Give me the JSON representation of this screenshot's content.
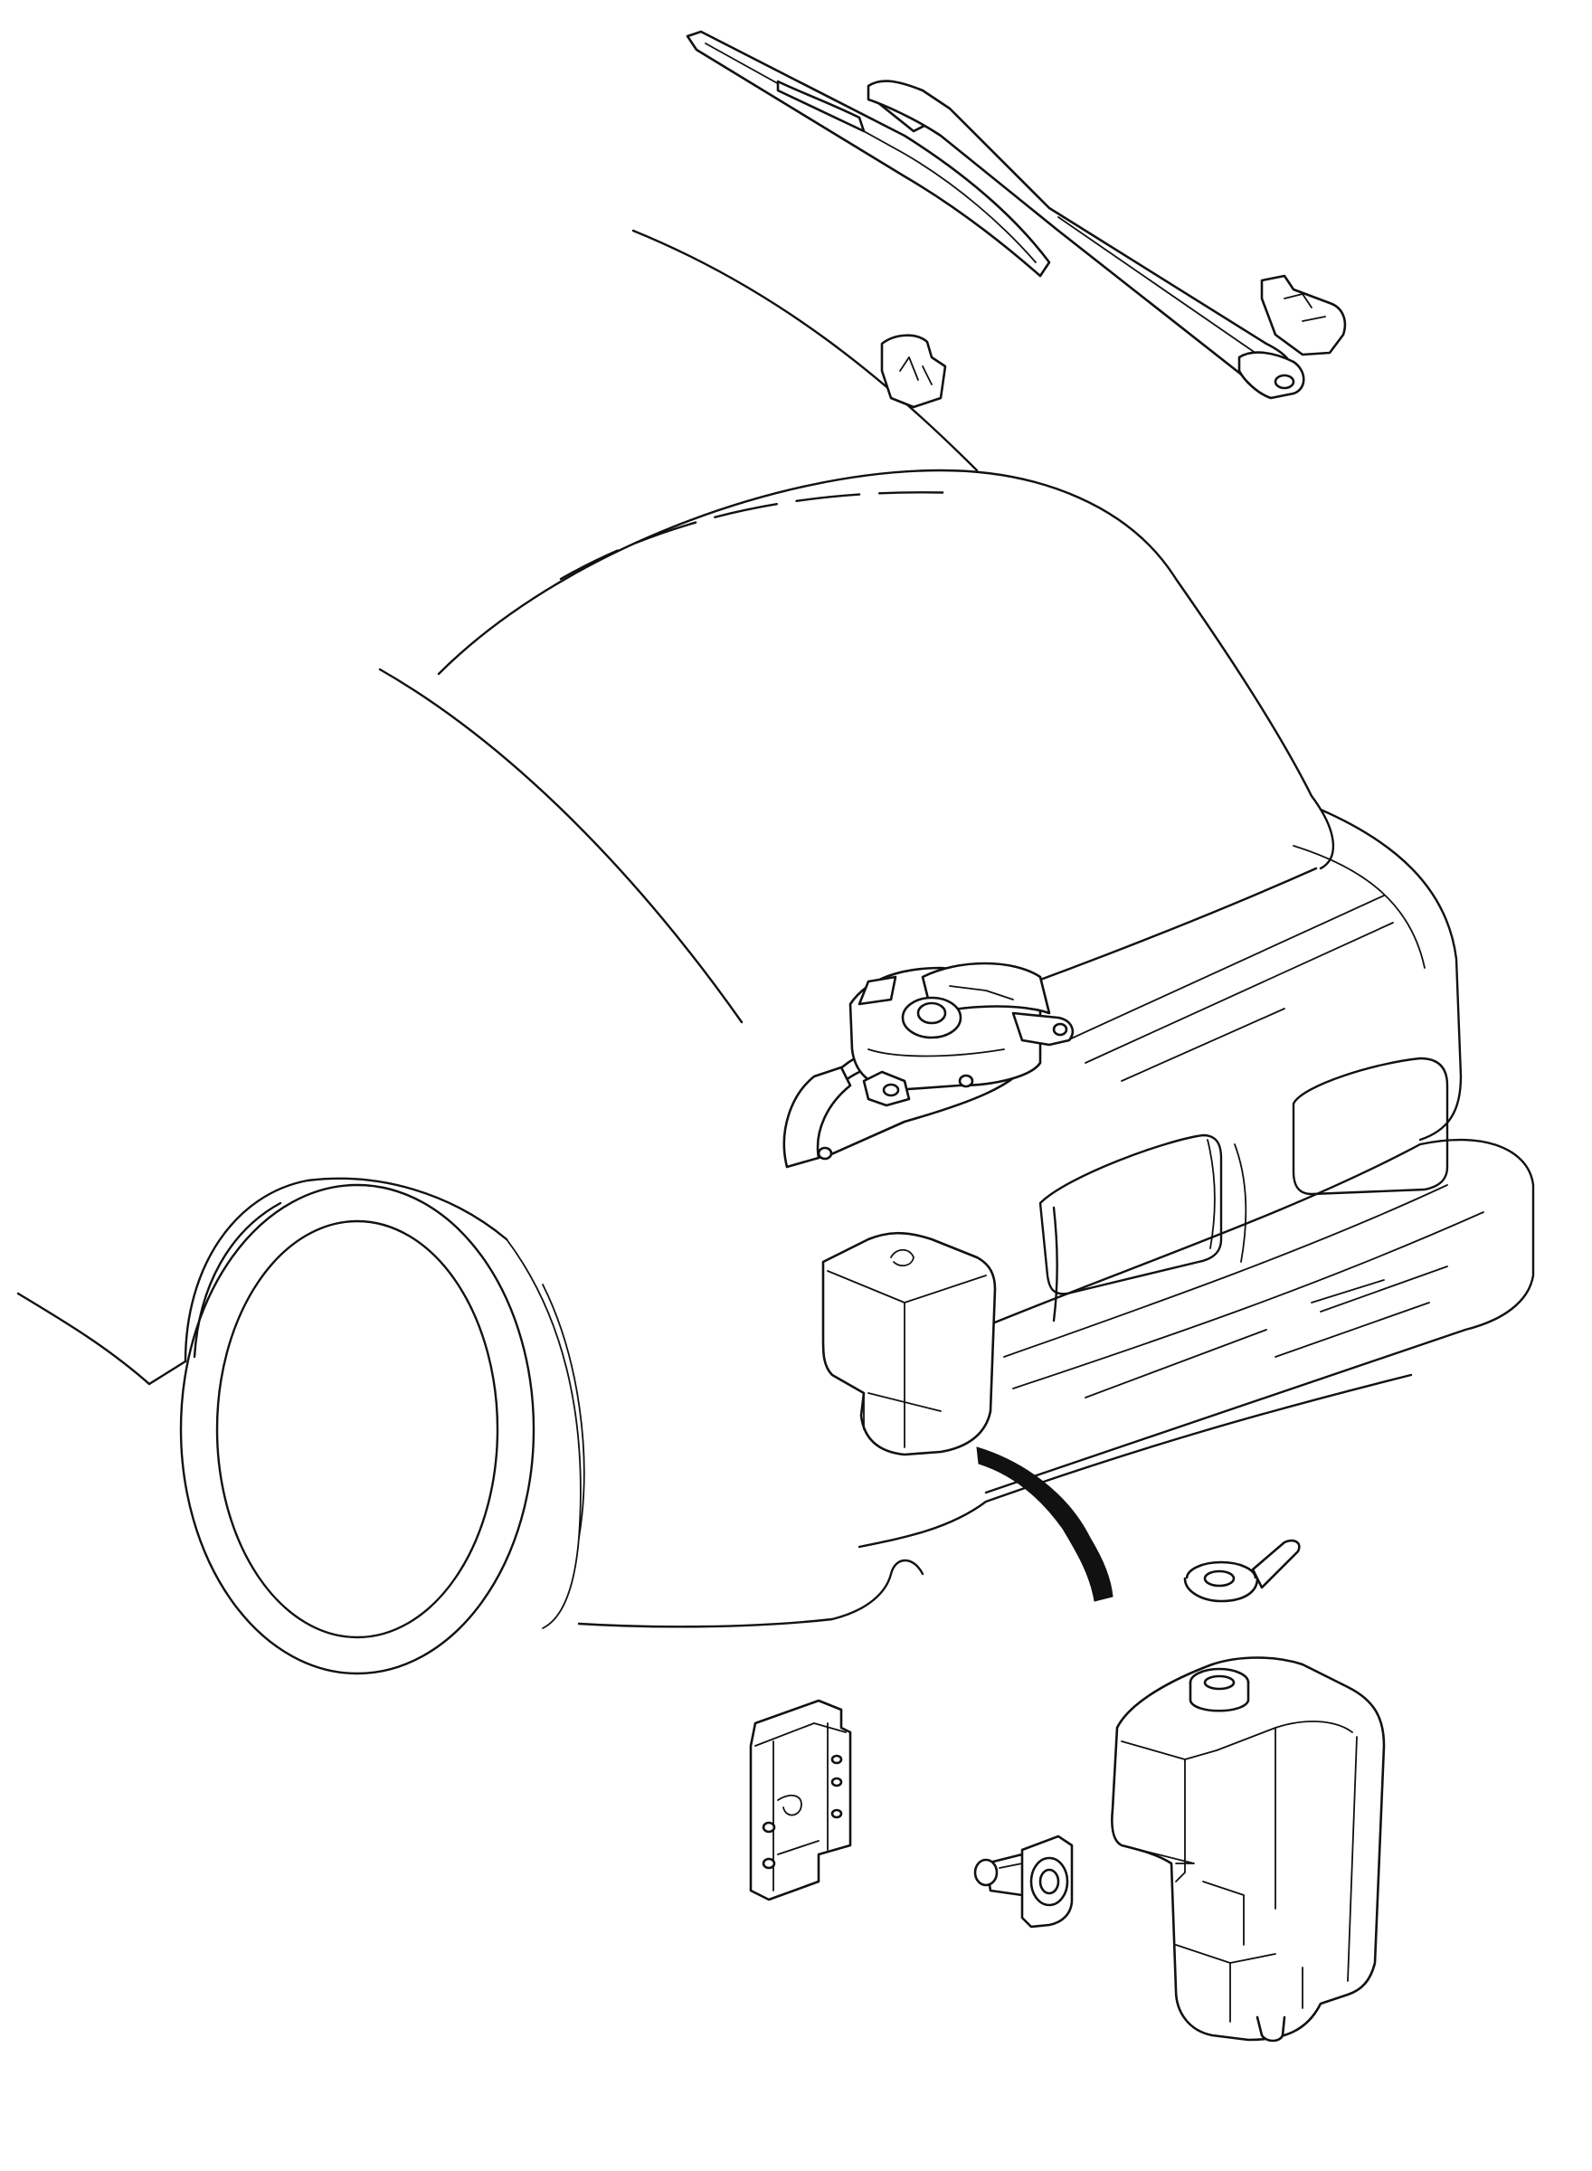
{
  "diagram": {
    "subject": "rear-wiper-and-washer-exploded-view",
    "components": [
      {
        "id": "wiper-blade",
        "icon": "wiper-blade-icon"
      },
      {
        "id": "wiper-arm",
        "icon": "wiper-arm-icon"
      },
      {
        "id": "pivot-cap",
        "icon": "pivot-cap-icon"
      },
      {
        "id": "washer-nozzle",
        "icon": "washer-nozzle-icon"
      },
      {
        "id": "wiper-motor",
        "icon": "wiper-motor-icon"
      },
      {
        "id": "motor-bracket",
        "icon": "motor-bracket-icon"
      },
      {
        "id": "washer-tank-installed",
        "icon": "washer-tank-icon"
      },
      {
        "id": "washer-hose",
        "icon": "hose-icon"
      },
      {
        "id": "tank-cap",
        "icon": "tank-cap-icon"
      },
      {
        "id": "tank-bracket",
        "icon": "tank-bracket-icon"
      },
      {
        "id": "washer-pump",
        "icon": "washer-pump-icon"
      },
      {
        "id": "washer-tank",
        "icon": "washer-tank-icon"
      }
    ],
    "colors": {
      "line": "#111111",
      "background": "#ffffff"
    }
  }
}
